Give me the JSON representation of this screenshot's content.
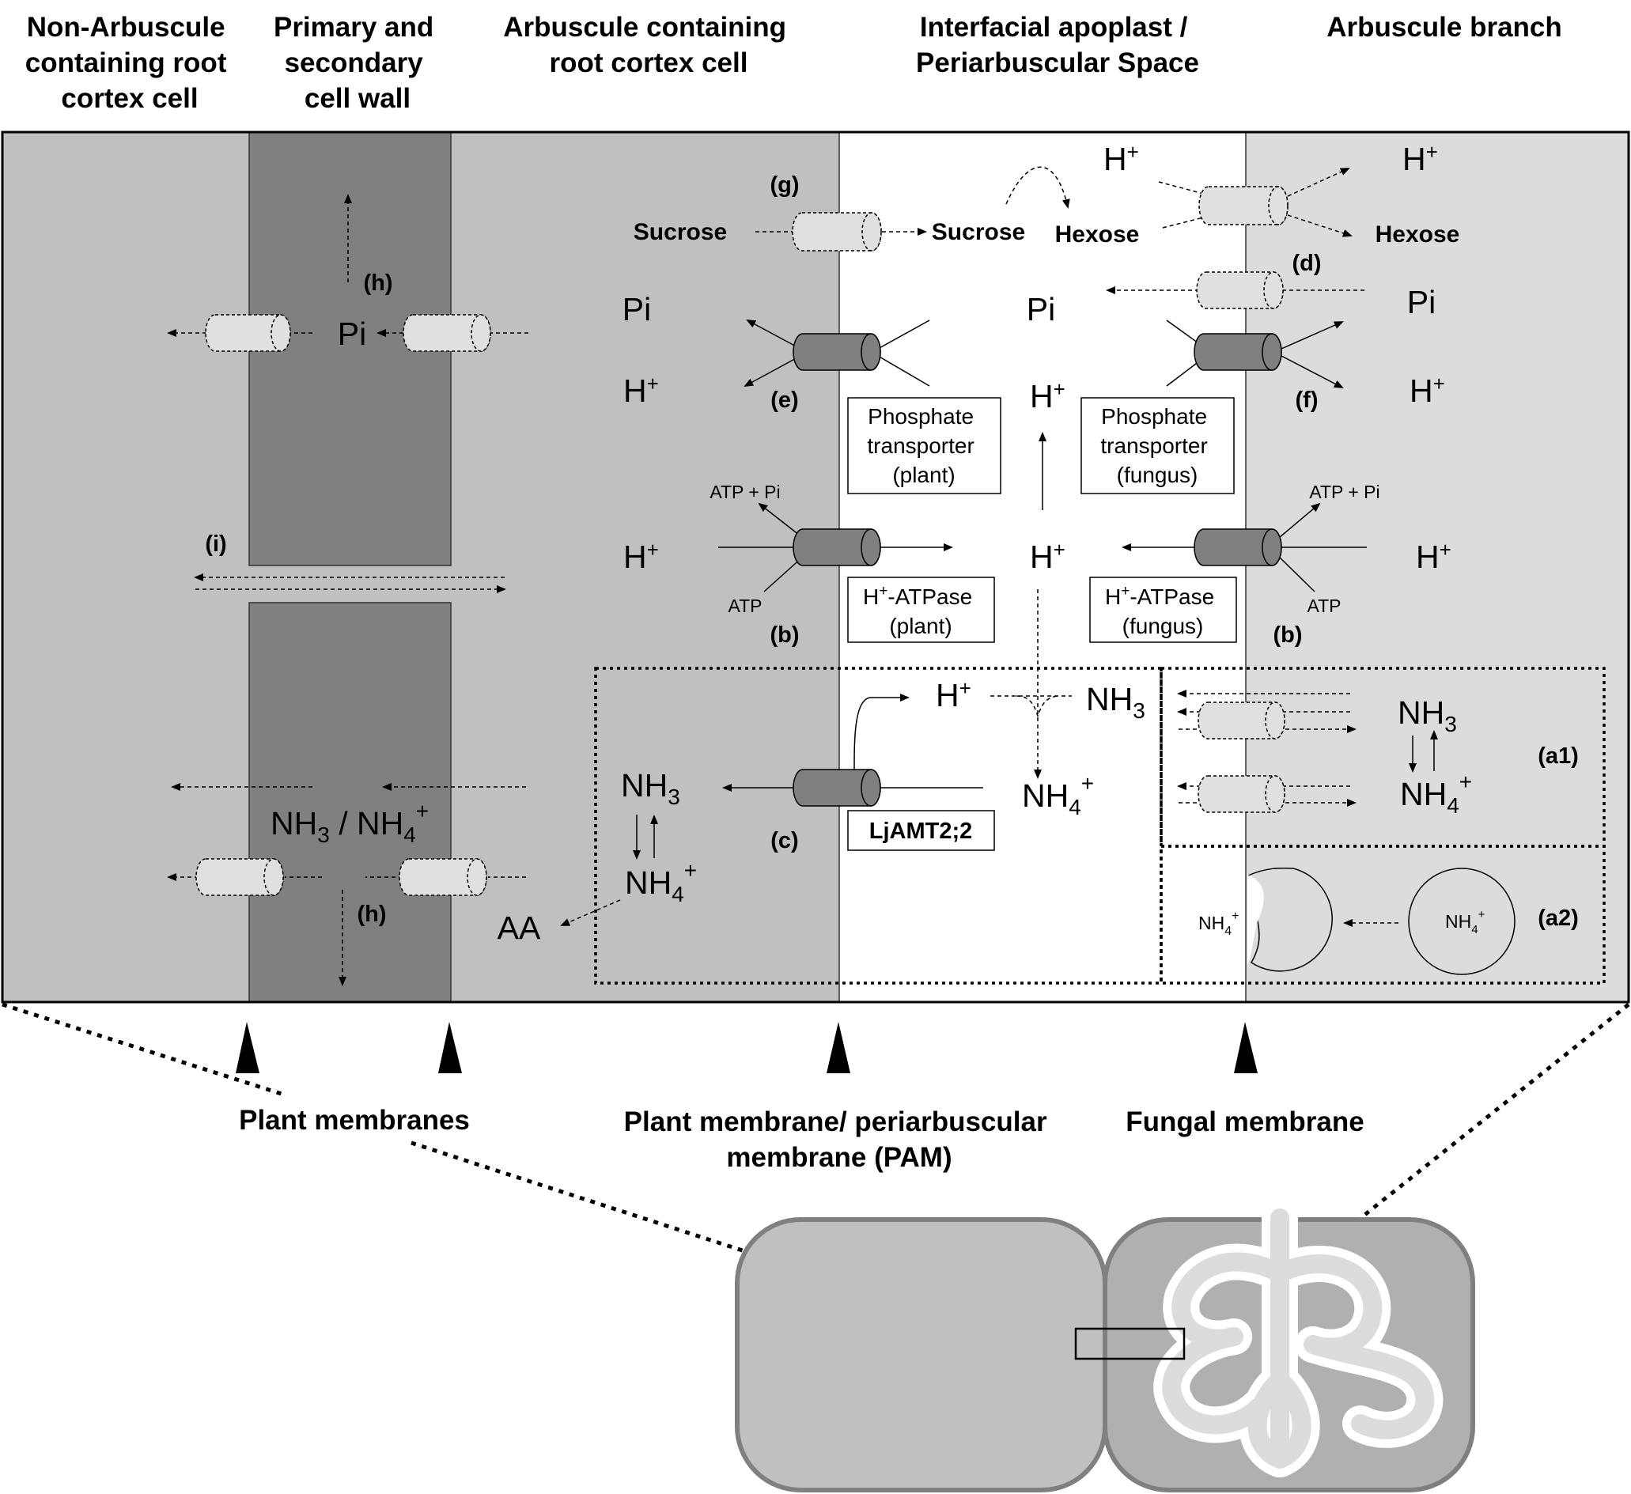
{
  "headers": {
    "col1": [
      "Non-Arbuscule",
      "containing root",
      "cortex cell"
    ],
    "col2": [
      "Primary and",
      "secondary",
      "cell wall"
    ],
    "col3": [
      "Arbuscule containing",
      "root cortex cell"
    ],
    "col4": [
      "Interfacial apoplast /",
      "Periarbuscular Space"
    ],
    "col5": [
      "Arbuscule branch"
    ]
  },
  "labels": {
    "g": "(g)",
    "h": "(h)",
    "i": "(i)",
    "d": "(d)",
    "e": "(e)",
    "f": "(f)",
    "b": "(b)",
    "c": "(c)",
    "a1": "(a1)",
    "a2": "(a2)"
  },
  "species": {
    "sucrose": "Sucrose",
    "hexose": "Hexose",
    "pi": "Pi",
    "h_base": "H",
    "plus": "+",
    "atp": "ATP",
    "atp_pi": "ATP + Pi",
    "nh_base": "NH",
    "sub3": "3",
    "sub4": "4",
    "slash": " / ",
    "aa": "AA"
  },
  "boxes": {
    "pt_plant": [
      "Phosphate",
      "transporter",
      "(plant)"
    ],
    "pt_fungus": [
      "Phosphate",
      "transporter",
      "(fungus)"
    ],
    "atpase_plant": [
      "-ATPase",
      "(plant)"
    ],
    "atpase_fungus": [
      "-ATPase",
      "(fungus)"
    ],
    "ljamt": "LjAMT2;2"
  },
  "bottom": {
    "plant_membranes": "Plant membranes",
    "pam": [
      "Plant membrane/ periarbuscular",
      "membrane (PAM)"
    ],
    "fungal": "Fungal membrane"
  },
  "colors": {
    "cortex": "#c0c0c0",
    "wall": "#808080",
    "space": "#ffffff",
    "fungus": "#dcdcdc",
    "transporter_dark": "#808080",
    "transporter_light": "#e0e0e0",
    "cells": "#c0c0c0",
    "cell2": "#b0b0b0"
  }
}
